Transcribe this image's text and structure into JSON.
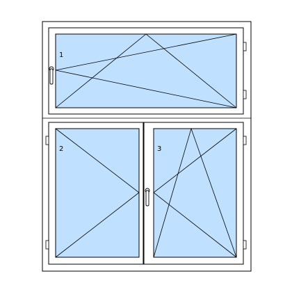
{
  "colors": {
    "glass": "#bfe0ff",
    "frame": "#ffffff",
    "line": "#000000"
  },
  "panes": [
    {
      "label": "1",
      "opening": "tilt-and-turn",
      "hinge_side": "right"
    },
    {
      "label": "2",
      "opening": "turn",
      "hinge_side": "left"
    },
    {
      "label": "3",
      "opening": "tilt-and-turn",
      "hinge_side": "right"
    }
  ]
}
